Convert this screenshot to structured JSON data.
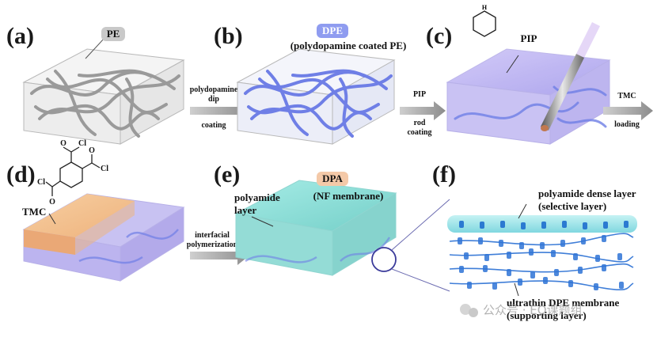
{
  "panels": {
    "a": {
      "letter": "(a)",
      "tag": "PE"
    },
    "b": {
      "letter": "(b)",
      "tag": "DPE",
      "caption": "(polydopamine coated PE)"
    },
    "c": {
      "letter": "(c)",
      "tag": "PIP"
    },
    "d": {
      "letter": "(d)",
      "tag": "TMC",
      "cl": [
        "Cl",
        "Cl",
        "Cl"
      ],
      "carbonyl": [
        "O",
        "O",
        "O"
      ]
    },
    "e": {
      "letter": "(e)",
      "tag": "DPA",
      "caption": "(NF membrane)",
      "layer_line1": "polyamide",
      "layer_line2": "layer"
    },
    "f": {
      "letter": "(f)",
      "top_line1": "polyamide dense layer",
      "top_line2": "(selective layer)",
      "bottom_line1": "ultrathin DPE membrane",
      "bottom_line2": "(supporting layer)"
    }
  },
  "arrows": {
    "ab": [
      "polydopamine",
      "dip",
      "coating"
    ],
    "bc": [
      "PIP",
      "rod",
      "coating"
    ],
    "cout": [
      "TMC",
      "loading"
    ],
    "de": [
      "interfacial",
      "polymerization"
    ]
  },
  "watermark": "公众号 · EQ课题组",
  "colors": {
    "pe_fiber": "#9a9a9a",
    "dpe_fiber": "#6f7fe6",
    "pip_fill": "#b7aef0",
    "tmc_fill": "#f3c08e",
    "pa_fill": "#8fded8",
    "label_bg": "#c9c9c9",
    "dpe_tag_bg": "#8f9cf0",
    "dpa_tag_bg": "#f4c9a8"
  }
}
